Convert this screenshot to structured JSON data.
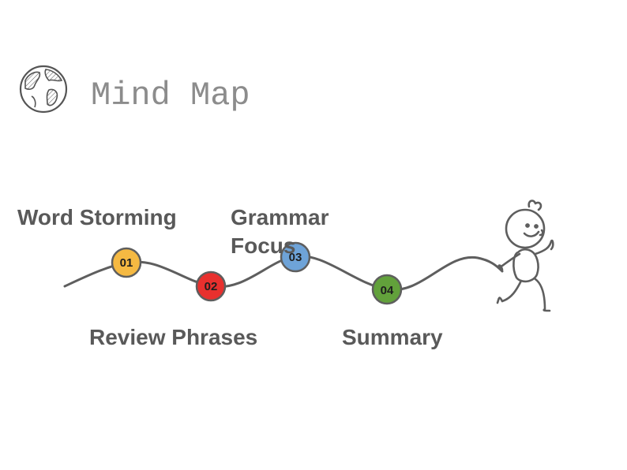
{
  "page": {
    "title": "Mind Map"
  },
  "diagram": {
    "steps": [
      {
        "number": "01",
        "label": "Word Storming",
        "color": "#f5b942"
      },
      {
        "number": "02",
        "label": "Review Phrases",
        "color": "#e8302e"
      },
      {
        "number": "03",
        "label": "Grammar Focus",
        "color": "#6ea3d8"
      },
      {
        "number": "04",
        "label": "Summary",
        "color": "#62a13b"
      }
    ],
    "line_color": "#5e5e5e"
  },
  "icons": {
    "globe": "globe-icon",
    "runner": "running-stick-figure-icon"
  }
}
